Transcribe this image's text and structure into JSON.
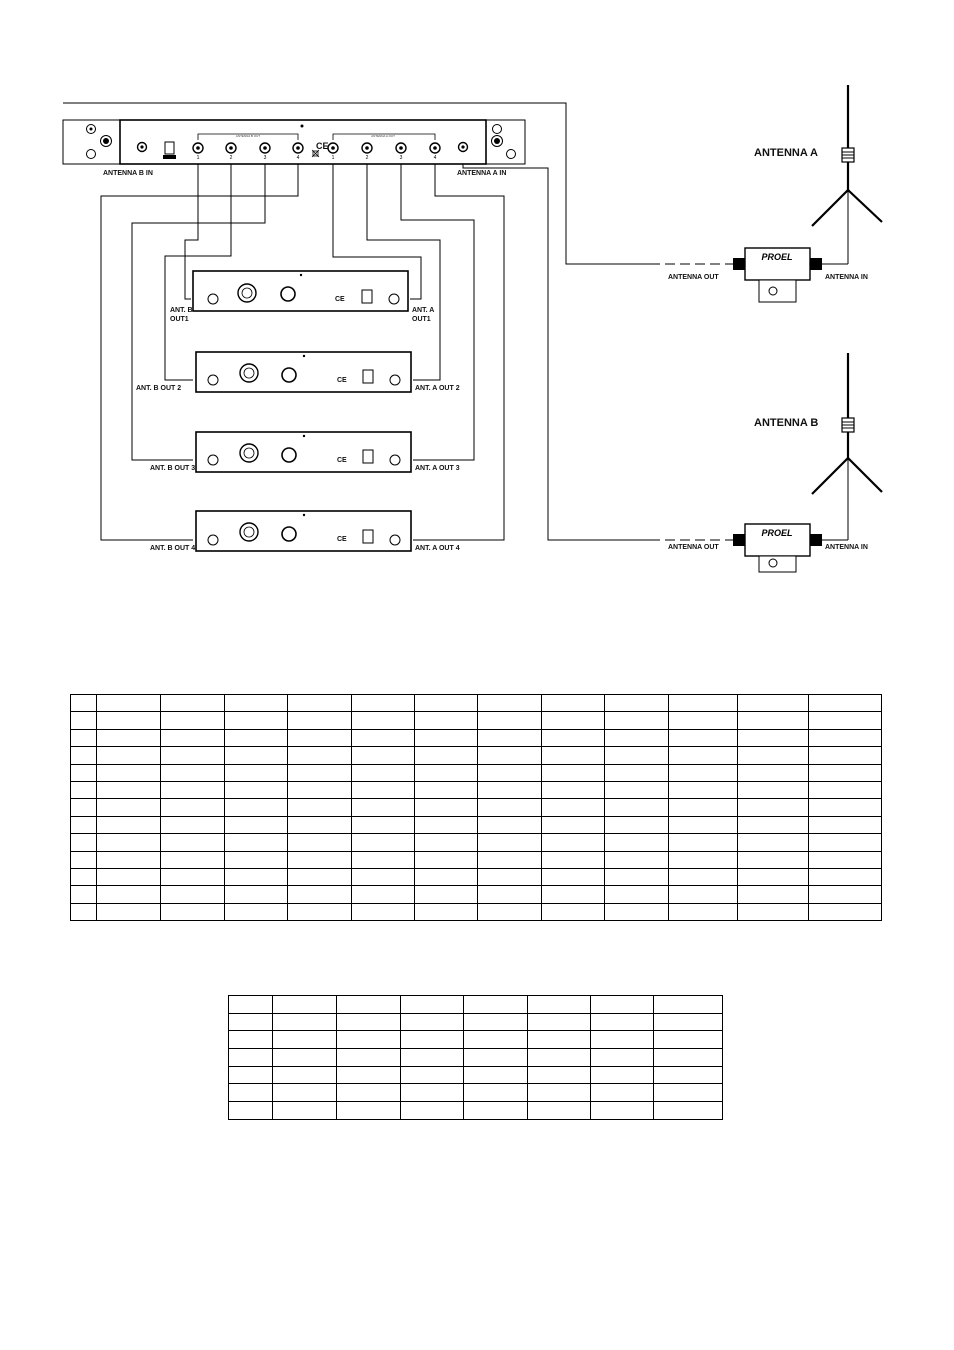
{
  "diagram": {
    "labels": {
      "antenna_a": "ANTENNA A",
      "antenna_b": "ANTENNA B",
      "antenna_b_in": "ANTENNA B IN",
      "antenna_a_in": "ANTENNA A IN",
      "booster_a_out": "ANTENNA OUT",
      "booster_a_in": "ANTENNA IN",
      "booster_b_out": "ANTENNA OUT",
      "booster_b_in": "ANTENNA IN",
      "ant_b_out1_line1": "ANT. B",
      "ant_b_out1_line2": "OUT1",
      "ant_a_out1_line1": "ANT. A",
      "ant_a_out1_line2": "OUT1",
      "ant_b_out2": "ANT. B OUT 2",
      "ant_a_out2": "ANT. A OUT 2",
      "ant_b_out3": "ANT. B OUT 3",
      "ant_a_out3": "ANT. A OUT 3",
      "ant_b_out4": "ANT. B OUT 4",
      "ant_a_out4": "ANT. A OUT 4"
    },
    "distributor": {
      "group_b_label": "ANTENNA B OUT",
      "group_a_label": "ANTENNA A OUT",
      "port_numbers": [
        "1",
        "2",
        "3",
        "4"
      ],
      "ce_mark": "CE"
    },
    "booster": {
      "brand": "PROEL"
    }
  },
  "table1": {
    "rows": 13,
    "cols": 13
  },
  "table2": {
    "rows": 7,
    "cols": 8
  }
}
